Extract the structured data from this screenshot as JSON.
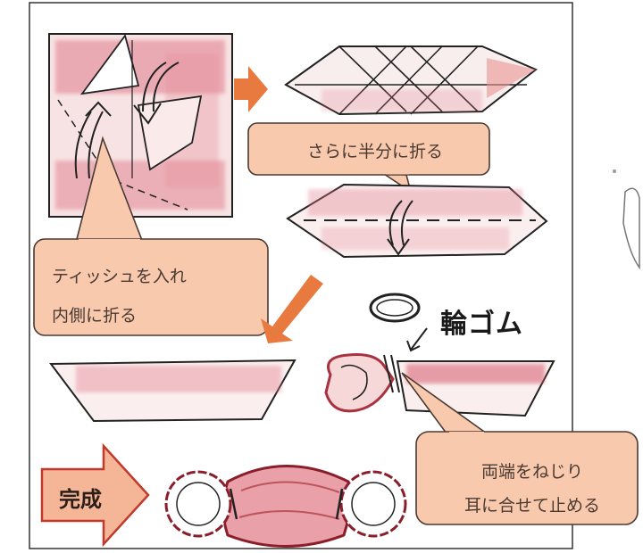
{
  "callouts": {
    "fold_half": "さらに半分に折る",
    "tissue_line1": "ティッシュを入れ",
    "tissue_line2": "内側に折る",
    "twist_line1": "両端をねじり",
    "twist_line2": "耳に合せて止める"
  },
  "labels": {
    "rubber_band": "輪ゴム",
    "complete": "完成"
  },
  "colors": {
    "callout_fill": "#f8c9ad",
    "arrow_orange": "#e8793f",
    "pink_tint": "#dc6f80",
    "complete_arrow_fill": "#f4b697",
    "complete_arrow_stroke": "#c0392b"
  }
}
